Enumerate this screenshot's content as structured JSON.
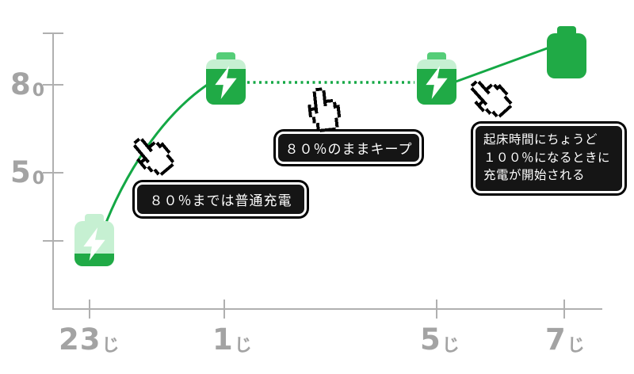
{
  "chart_data": {
    "type": "line",
    "x": [
      "23じ",
      "1じ",
      "5じ",
      "7じ"
    ],
    "series": [
      {
        "name": "battery-level-percent",
        "values": [
          20,
          80,
          80,
          100
        ]
      }
    ],
    "y_ticks_labeled": [
      80,
      50
    ],
    "ylim": [
      0,
      100
    ],
    "grid": false,
    "legend": "none",
    "segments": [
      {
        "from_x": "23じ",
        "to_x": "1じ",
        "style": "solid-curve",
        "annotation": "８０％までは普通充電"
      },
      {
        "from_x": "1じ",
        "to_x": "5じ",
        "style": "dotted",
        "annotation": "８０％のままキープ"
      },
      {
        "from_x": "5じ",
        "to_x": "7じ",
        "style": "solid",
        "annotation": "起床時間にちょうど１００％になるときに充電が開始される"
      }
    ],
    "markers": [
      {
        "x": "23じ",
        "icon": "battery-charging",
        "level_percent": 20
      },
      {
        "x": "1じ",
        "icon": "battery-charging",
        "level_percent": 80
      },
      {
        "x": "5じ",
        "icon": "battery-charging",
        "level_percent": 80
      },
      {
        "x": "7じ",
        "icon": "battery-full",
        "level_percent": 100
      }
    ]
  },
  "y_axis": {
    "labels": [
      {
        "num": "8",
        "sub": "0"
      },
      {
        "num": "5",
        "sub": "0"
      }
    ]
  },
  "x_axis": {
    "labels": [
      {
        "num": "23",
        "sub": "じ"
      },
      {
        "num": "1",
        "sub": "じ"
      },
      {
        "num": "5",
        "sub": "じ"
      },
      {
        "num": "7",
        "sub": "じ"
      }
    ]
  },
  "callouts": {
    "normal_charge": "８０％までは普通充電",
    "keep": "８０％のままキープ",
    "wake": {
      "line1": "起床時間にちょうど",
      "line2": "１００％になるときに",
      "line3": "充電が開始される"
    }
  },
  "icons": {
    "cursor": "pixel-hand-pointer-icon",
    "bolt": "lightning-bolt-icon",
    "battery_charging": "battery-charging-icon",
    "battery_full": "battery-full-icon"
  },
  "colors": {
    "battery_green_dark": "#20aa46",
    "battery_green_light": "#c6f0d2",
    "battery_green_mid": "#55cd78",
    "line_green": "#14a845",
    "axis_gray": "#b0b0b0",
    "label_gray": "#a3a3a3",
    "callout_bg": "#151515",
    "callout_text": "#ffffff"
  }
}
